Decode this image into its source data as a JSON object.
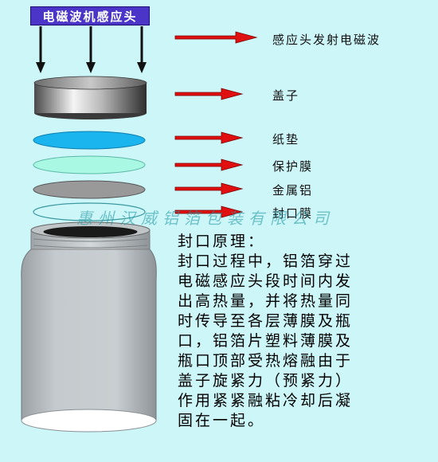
{
  "header_label": "电磁波机感应头",
  "labels": {
    "emit": "感应头发射电磁波",
    "cap": "盖子",
    "paper": "纸垫",
    "protect": "保护膜",
    "metal": "金属铝",
    "seal": "封口膜"
  },
  "watermark": "惠州汉威铝箔包装有限公司",
  "principle": {
    "title": "封口原理：",
    "lines": [
      "封口过程中，铝箔穿过",
      "电磁感应头段时间内发",
      "出高热量，并将热量同",
      "时传导至各层薄膜及瓶",
      "口，铝箔片塑料薄膜及",
      "瓶口顶部受热熔融由于",
      "盖子旋紧力（预紧力）",
      "作用紧紧融粘冷却后凝",
      "固在一起。"
    ]
  },
  "colors": {
    "background": "#cdf6f9",
    "header_box": "#4a35c8",
    "arrow": "#e01010",
    "paper_pad": "#1ab4ee",
    "protective_film": "#a8f8e4",
    "aluminum": "#999999"
  }
}
